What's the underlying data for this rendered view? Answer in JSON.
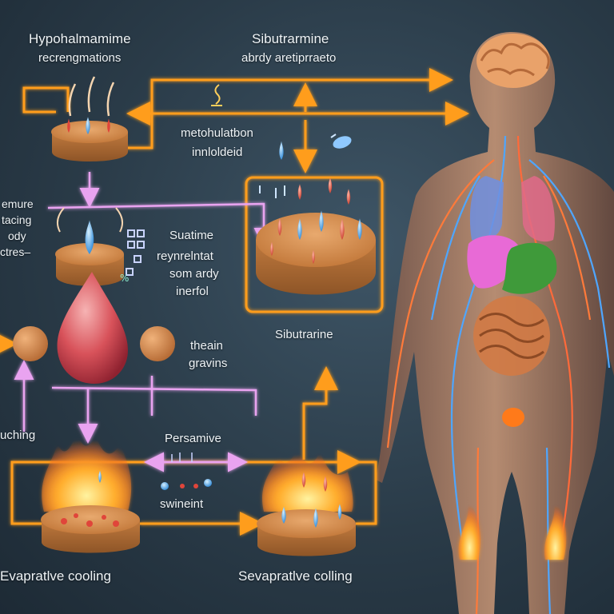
{
  "labels": {
    "top_left_title": "Hypohalmamime",
    "top_left_sub": "recrengmations",
    "top_center_title": "Sibutrarmine",
    "top_center_sub": "abrdy aretiprraeto",
    "metabolism_1": "metohulatbon",
    "metabolism_2": "innloldeid",
    "left_1": "emure",
    "left_2": "tacing",
    "left_3": "ody",
    "left_4": "ctres–",
    "mid_1": "Suatime",
    "mid_2": "reynrelntat",
    "mid_3": "som ardy",
    "mid_4": "inerfol",
    "right_panel": "Sibutrarine",
    "theain_1": "theain",
    "theain_2": "gravins",
    "left_edge": "uching",
    "persamive": "Persamive",
    "swineint": "swineint",
    "bottom_left": "Evapratlve cooling",
    "bottom_right": "Sevapratlve colling"
  },
  "colors": {
    "orange_arrow": "#ff9d1e",
    "pink_arrow": "#e9a3f0",
    "disc_top": "#d9955a",
    "disc_side": "#b56e36",
    "droplet_blue": "#49a6e8",
    "droplet_red": "#e0453a",
    "flame": "#ff8a1c"
  }
}
